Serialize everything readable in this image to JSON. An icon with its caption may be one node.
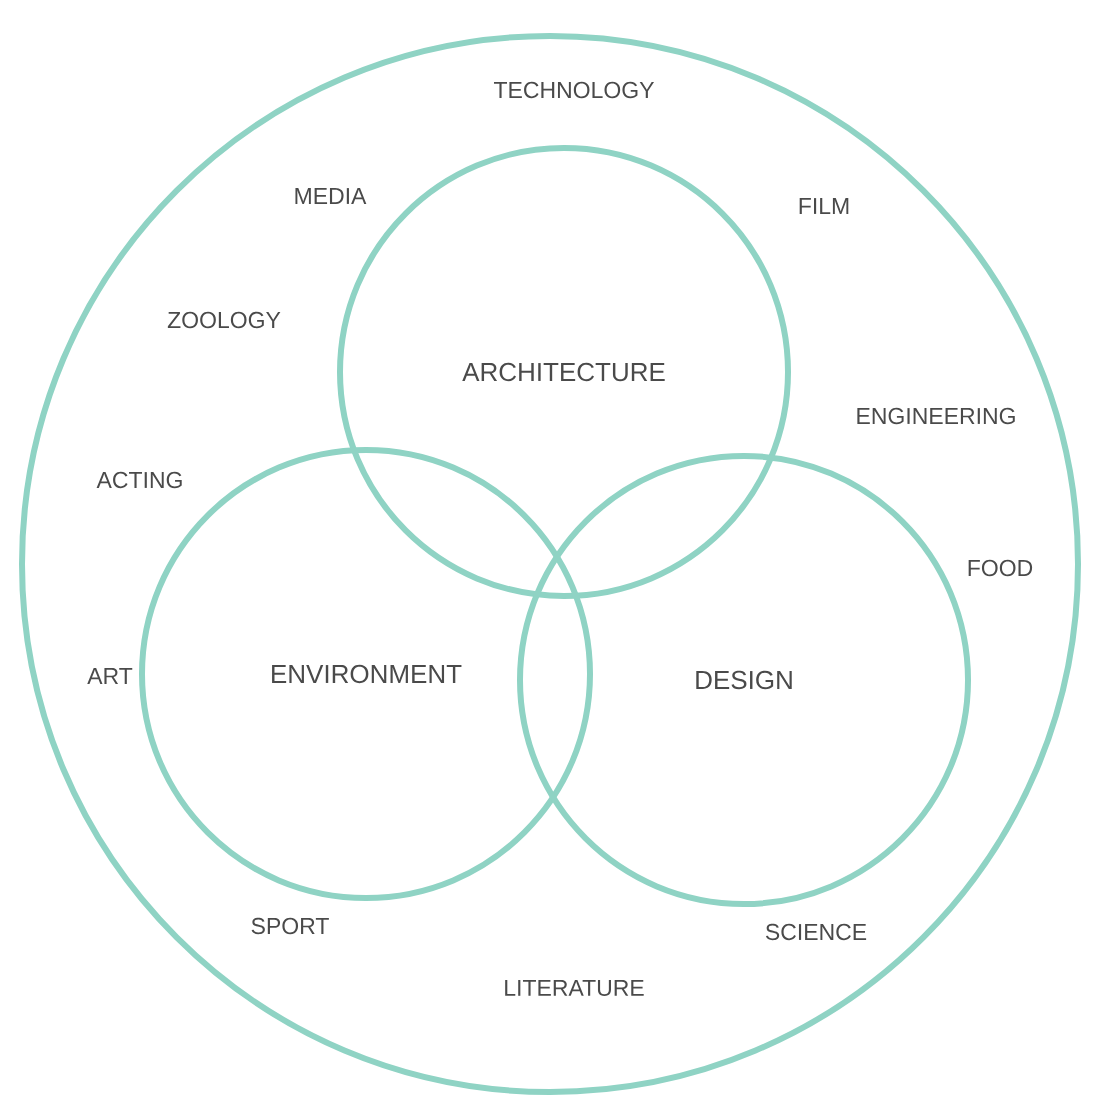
{
  "diagram": {
    "nodes": [
      {
        "text": [],
        "shape": "circle"
      },
      {
        "text": [
          "ARCHITECTURE"
        ],
        "in": 0
      },
      {
        "text": [
          "ENVIRONMENT"
        ],
        "in": 0
      },
      {
        "text": [
          "DESIGN"
        ],
        "in": 0
      }
    ],
    "labels": [
      "TECHNOLOGY",
      "MEDIA",
      "FILM",
      "ZOOLOGY",
      "ENGINEERING",
      "ACTING",
      "FOOD",
      "ART",
      "SPORT",
      "SCIENCE",
      "LITERATURE"
    ]
  }
}
